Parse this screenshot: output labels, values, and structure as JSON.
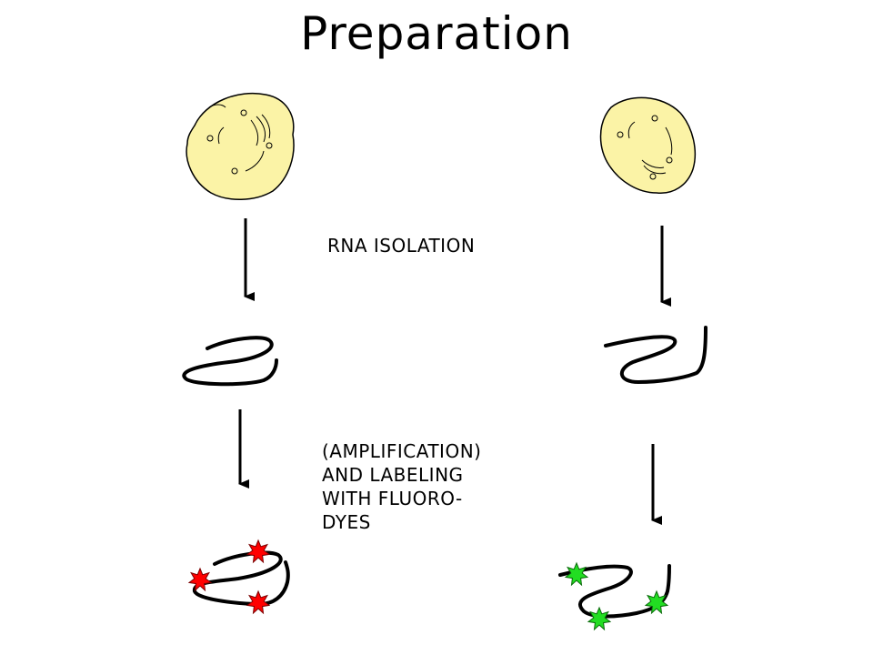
{
  "title": "Preparation",
  "steps": {
    "rna_isolation": "RNA ISOLATION",
    "amplification_lines": [
      "(AMPLIFICATION)",
      "AND LABELING",
      "WITH FLUORO-",
      "DYES"
    ]
  },
  "colors": {
    "cell_fill": "#fbf3a6",
    "cell_outline": "#000000",
    "label_left": "#ff0000",
    "label_right": "#22dd22"
  }
}
